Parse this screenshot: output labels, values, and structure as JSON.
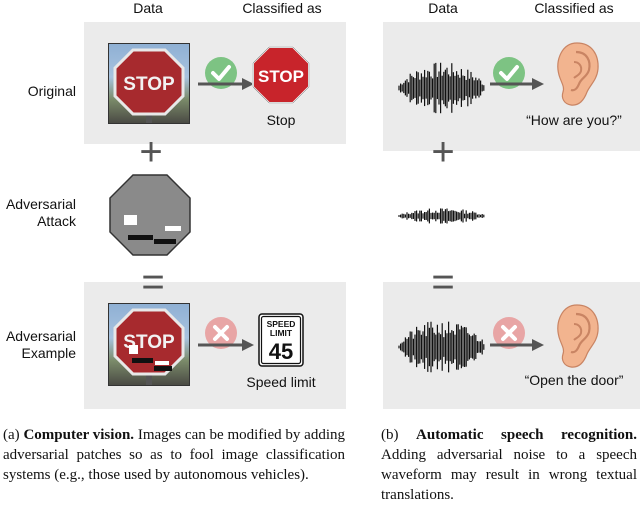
{
  "panel_a": {
    "header_data": "Data",
    "header_classified": "Classified as",
    "row_original": "Original",
    "row_attack_line1": "Adversarial",
    "row_attack_line2": "Attack",
    "row_example_line1": "Adversarial",
    "row_example_line2": "Example",
    "original_sign_text": "STOP",
    "classified_sign_text": "STOP",
    "original_result": "Stop",
    "example_sign_text": "STOP",
    "speed_sign_line1": "SPEED",
    "speed_sign_line2": "LIMIT",
    "speed_sign_value": "45",
    "example_result": "Speed limit",
    "plus": "+",
    "equals": "="
  },
  "panel_b": {
    "header_data": "Data",
    "header_classified": "Classified as",
    "original_result": "“How are you?”",
    "example_result": "“Open the door”",
    "plus": "+",
    "equals": "="
  },
  "caption_a": {
    "prefix": "(a)",
    "title": "Computer vision.",
    "body": "Images can be modified by adding adversarial patches so as to fool image classification systems (e.g., those used by autonomous vehicles)."
  },
  "caption_b": {
    "prefix": "(b)",
    "title": "Automatic speech recognition.",
    "body": "Adding adversarial noise to a speech waveform may result in wrong textual translations."
  },
  "colors": {
    "panel_bg": "#ebebeb",
    "check_green": "#7dc383",
    "cross_pink": "#e8a5a5",
    "stop_red": "#b8232a",
    "arrow_gray": "#555555",
    "patch_gray": "#8a8a8a",
    "ear_skin": "#f2b48f"
  },
  "icons": {
    "check": "check-circle-icon",
    "cross": "cross-circle-icon",
    "arrow": "right-arrow-icon",
    "ear": "ear-icon",
    "waveform": "waveform-icon"
  }
}
